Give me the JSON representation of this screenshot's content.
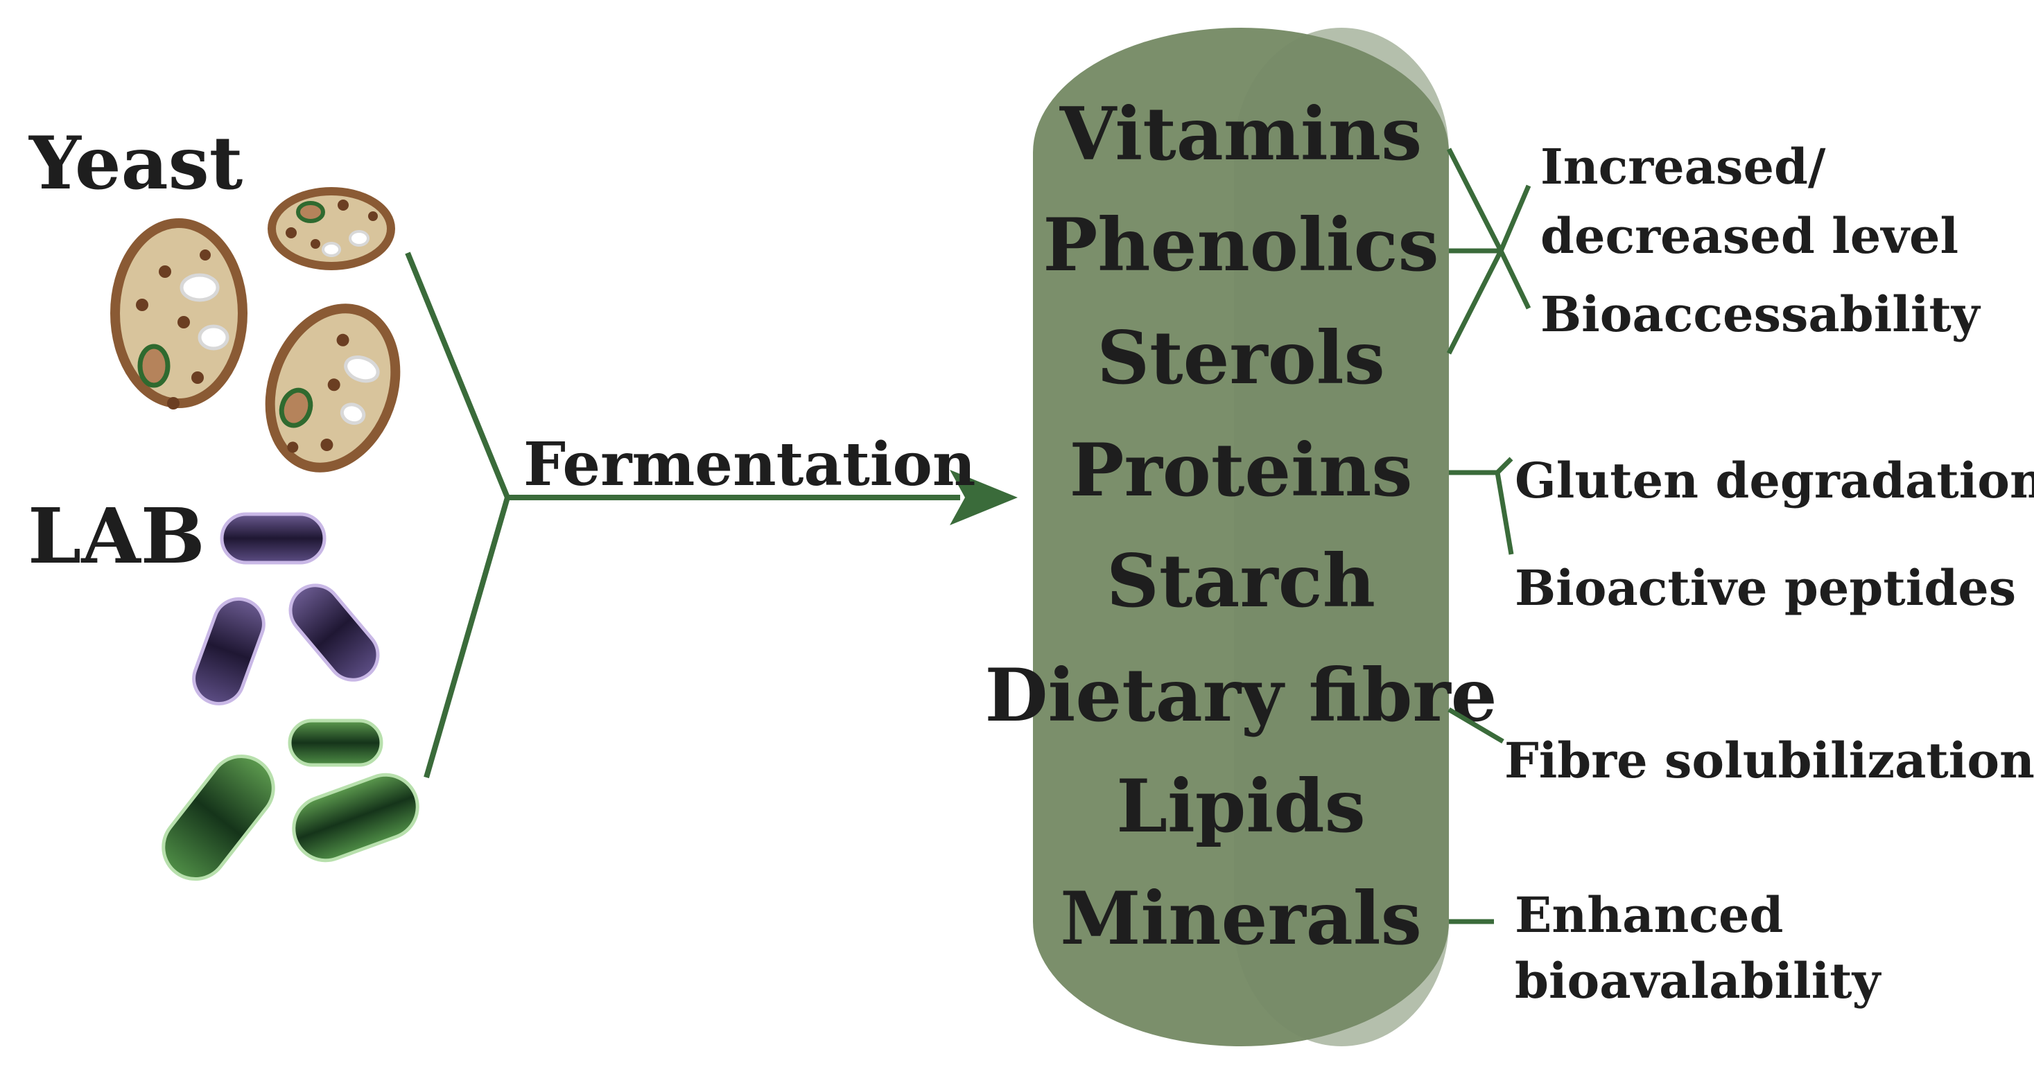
{
  "organisms": {
    "yeast_label": "Yeast",
    "lab_label": "LAB"
  },
  "process": {
    "label": "Fermentation"
  },
  "components": [
    "Vitamins",
    "Phenolics",
    "Sterols",
    "Proteins",
    "Starch",
    "Dietary fibre",
    "Lipids",
    "Minerals"
  ],
  "effects": {
    "group1": [
      "Increased/",
      "decreased level",
      "Bioaccessability"
    ],
    "group2": [
      "Gluten degradation",
      "Bioactive peptides"
    ],
    "group3": [
      "Fibre solubilization"
    ],
    "group4": [
      "Enhanced",
      "bioavalability"
    ]
  },
  "colors": {
    "pillar": "#7b8f6b",
    "connector": "#3a6b3a",
    "yeast_wall": "#8a5a34",
    "yeast_body": "#d8c49c",
    "lab_purple": "#4b3c6e",
    "lab_green": "#2f6a2f"
  }
}
